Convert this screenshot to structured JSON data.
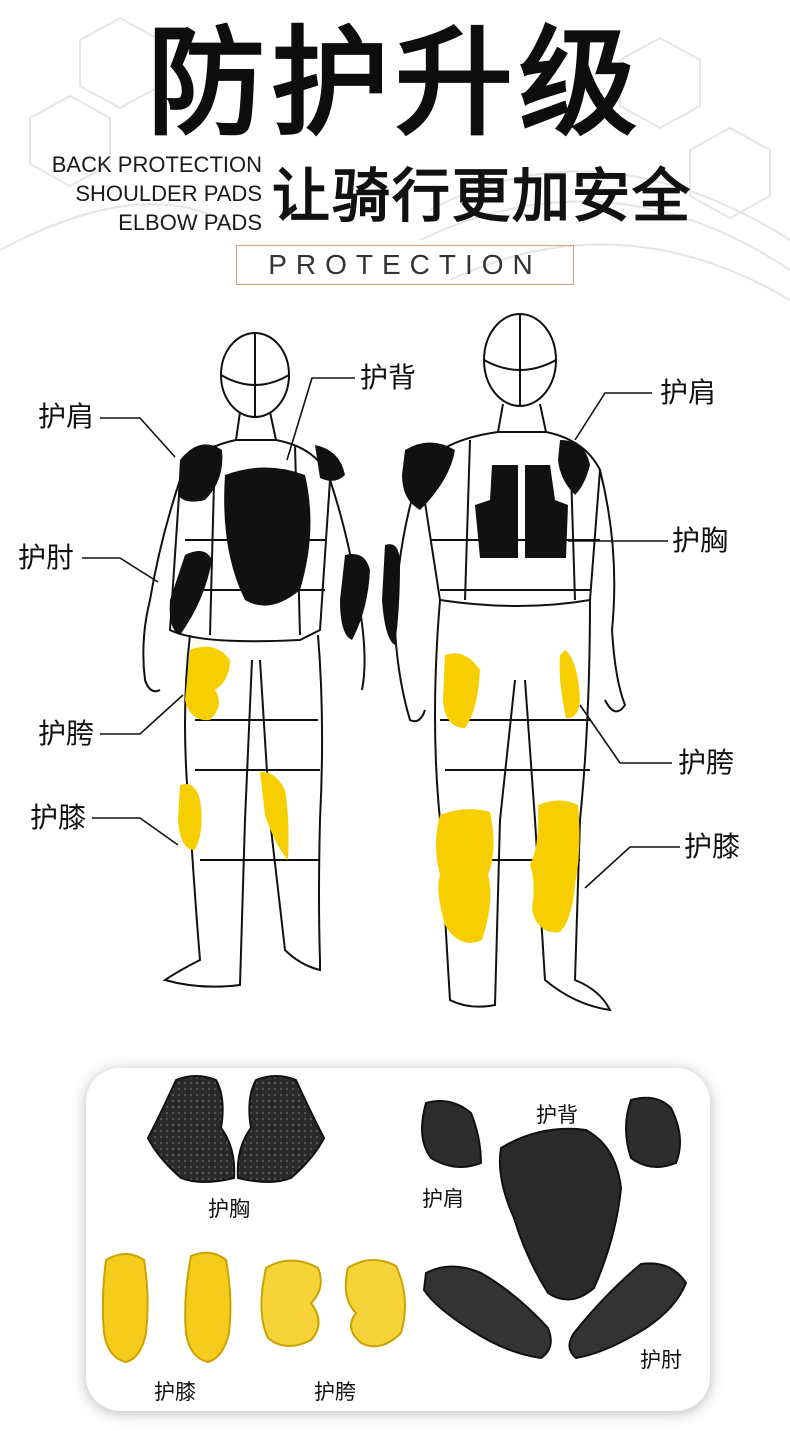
{
  "header": {
    "title": "防护升级",
    "subtitle": "让骑行更加安全",
    "en_lines": [
      "BACK PROTECTION",
      "SHOULDER PADS",
      "ELBOW PADS"
    ],
    "badge": "PROTECTION"
  },
  "callouts": {
    "back_figure": {
      "shoulder": "护肩",
      "back": "护背",
      "elbow": "护肘",
      "hip": "护胯",
      "knee": "护膝"
    },
    "front_figure": {
      "shoulder": "护肩",
      "chest": "护胸",
      "hip": "护胯",
      "knee": "护膝"
    }
  },
  "products": {
    "chest": "护胸",
    "back": "护背",
    "shoulder": "护肩",
    "elbow": "护肘",
    "knee": "护膝",
    "hip": "护胯"
  },
  "colors": {
    "pad_black": "#111111",
    "pad_yellow": "#f7cf00",
    "badge_border": "#d9a27a",
    "outline": "#111111"
  }
}
